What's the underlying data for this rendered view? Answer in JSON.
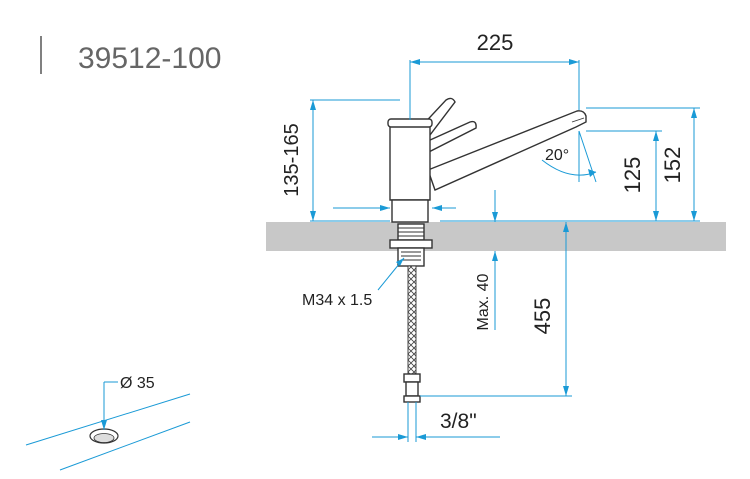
{
  "header": {
    "model_number": "39512-100"
  },
  "dimensions": {
    "width_top": "225",
    "height_body": "135-165",
    "spout_angle": "20°",
    "spout_height": "125",
    "total_height": "152",
    "thread": "M34 x 1.5",
    "max_thickness": "Max. 40",
    "hose_length": "455",
    "connection": "3/8\"",
    "hole_diameter": "Ø 35"
  },
  "colors": {
    "dimension_line": "#1a9ad6",
    "countertop": "#c8c8c8",
    "outline": "#333333"
  }
}
